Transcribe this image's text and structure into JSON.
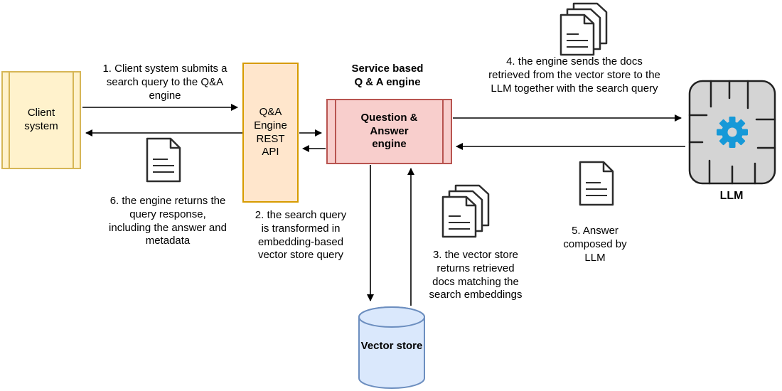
{
  "diagram": {
    "nodes": {
      "client": {
        "label": "Client system"
      },
      "rest_api": {
        "label": "Q&A Engine REST API"
      },
      "qa_engine": {
        "title": "Service based Q & A engine",
        "label": "Question & Answer engine"
      },
      "vector_store": {
        "label": "Vector store"
      },
      "llm": {
        "label": "LLM"
      }
    },
    "steps": {
      "s1": "1. Client system submits a search query to the Q&A engine",
      "s2": "2. the search query is transformed in embedding-based vector store query",
      "s3": "3. the vector store returns retrieved docs matching the search embeddings",
      "s4": "4. the engine sends the docs retrieved from the vector store to the LLM together with the search query",
      "s5": "5. Answer composed by LLM",
      "s6": "6. the engine returns the query response, including the answer and metadata"
    },
    "colors": {
      "client_fill": "#FFF2CC",
      "client_stroke": "#D6B656",
      "rest_api_fill": "#FFE6CC",
      "rest_api_stroke": "#D79B00",
      "qa_engine_fill": "#F8CECC",
      "qa_engine_stroke": "#B85450",
      "vector_store_fill": "#DAE8FC",
      "vector_store_stroke": "#6C8EBF",
      "llm_fill": "#D4D4D4",
      "llm_stroke": "#202020",
      "gear_accent": "#1699D8",
      "arrow": "#000000"
    }
  }
}
